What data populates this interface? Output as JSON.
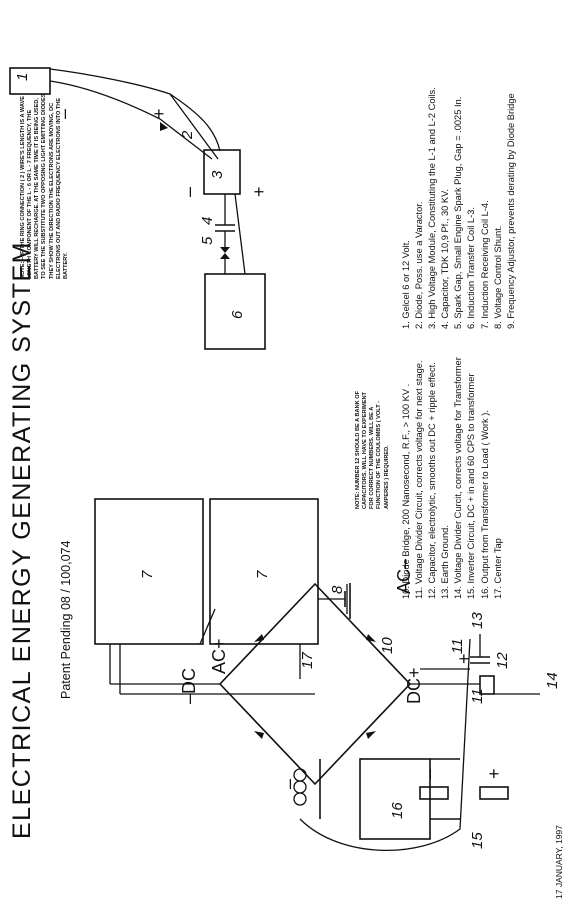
{
  "title": "ELECTRICAL ENERGY GENERATING SYSTEM",
  "patent": "Patent Pending 08 / 100,074",
  "date": "17 JANUARY, 1997",
  "labels": {
    "n1": "1",
    "n2": "2",
    "n3": "3",
    "n4": "4",
    "n5": "5",
    "n6": "6",
    "n7a": "7",
    "n7b": "7",
    "n8": "8",
    "n10": "10",
    "n11a": "11",
    "n11b": "11",
    "n12": "12",
    "n13": "13",
    "n14": "14",
    "n15": "15",
    "n16": "16",
    "n17": "17"
  },
  "signs": {
    "ac_plus": "AC+",
    "ac_minus": "AC–",
    "dc_plus": "DC+",
    "dc_minus": "–DC",
    "batt_minus": "–",
    "batt_plus": "+",
    "mod_minus": "–",
    "mod_plus": "+",
    "inv_plus": "+",
    "inv_minus": "–",
    "cap_plus": "+",
    "t_minus": "–"
  },
  "notes": {
    "left": "NOTE: – IF THE RING CONNECTION ( 2 ) WIRE'S LENGTH IS A WAVE LENGTH COMPONENT OF THE L - 6 OR L - 7 FREQUENCY, THE BATTERY WILL RECHARGE. AT THE SAME TIME IT IS BEING USED, TO SEE THE SUBSTITUTE TWO OPPOSING LIGHT EMITTING DIODES THEY SHOW THE DIRECTION THE ELECTRONS ARE MOVING, DC ELECTRONS OUT AND RADIO FREQUENCY ELECTRONS INTO THE BATTERY.",
    "middle": "NOTE: NUMBER 12 SHOULD BE A BANK OF CAPACITORS. WILL HAVE TO EXPERIMENT FOR CORRECT NUMBERS. WILL BE A FUNCTION OF THE COULOMBS ( VOLT - AMPERES ) REQUIRED."
  },
  "legend_left": [
    "1. Gelcel 6 or 12 Volt.",
    "2. Diode, Poss. use a Varactor.",
    "3. High Voltage Module, Constituting the L-1 and L-2 Coils.",
    "4. Capacitor, TDK 10,9 Pf., 30 KV.",
    "5. Spark Gap, Small Engine Spark Plug, Gap = .0025 In.",
    "6. Induction Transfer Coil L-3.",
    "7. Induction Receiving Coil L-4.",
    "8. Voltage Control Shunt.",
    "9. Frequency Adjustor, prevents derating by Diode Bridge"
  ],
  "legend_right": [
    "10. Diode Bridge, 200 Nanosecond, R.F., > 100 KV .",
    "11. Voltage Divider Circuit, corrects voltage for next stage.",
    "12. Capacitor, electrolytic, smooths out DC + ripple effect.",
    "13. Earth Ground.",
    "14. Voltage Divider Curcit, corrects voltage for Transformer",
    "15. Inverter Circuit, DC + in and 60 CPS to transformer",
    "16. Output from Transformer to Load ( Work ).",
    "17. Center Tap"
  ]
}
